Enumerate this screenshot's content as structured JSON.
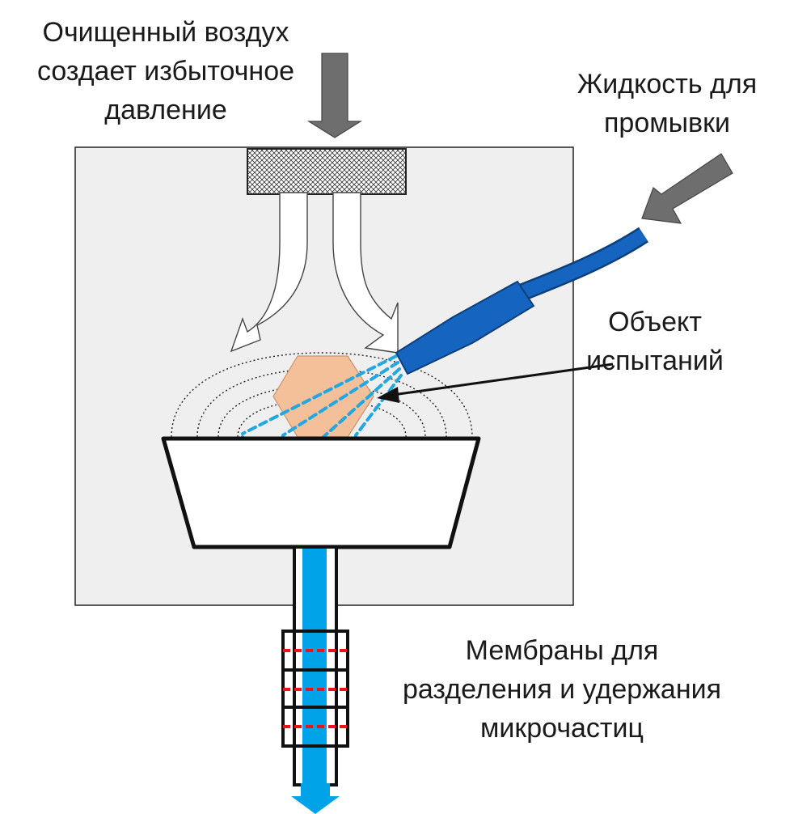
{
  "labels": {
    "air": [
      "Очищенный воздух",
      "создает избыточное",
      "давление"
    ],
    "liquid": [
      "Жидкость для",
      "промывки"
    ],
    "object": [
      "Объект",
      "испытаний"
    ],
    "membranes": [
      "Мембраны для",
      "разделения и удержания",
      "микрочастиц"
    ]
  },
  "colors": {
    "chamber_fill": "#efefef",
    "gray_arrow": "#6e6e6e",
    "nozzle_blue": "#1565c0",
    "spray_blue": "#22a7e0",
    "outlet_blue": "#00a2e8",
    "object_fill": "#f4c09a",
    "membrane_red": "#e8141c"
  }
}
